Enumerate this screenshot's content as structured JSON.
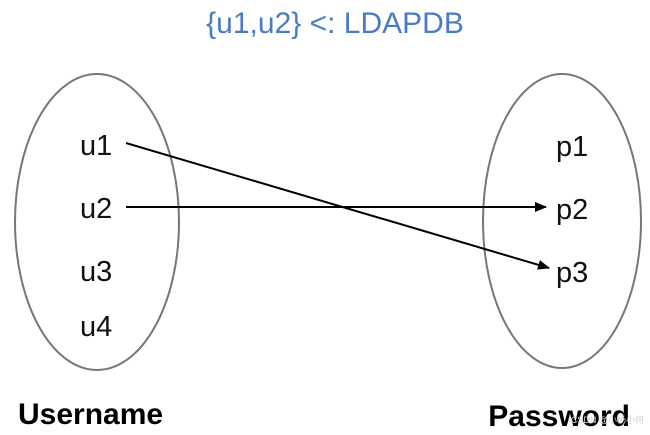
{
  "title": "{u1,u2} <: LDAPDB",
  "sets": {
    "username": {
      "label": "Username",
      "items": [
        "u1",
        "u2",
        "u3",
        "u4"
      ]
    },
    "password": {
      "label": "Password",
      "items": [
        "p1",
        "p2",
        "p3"
      ]
    }
  },
  "mappings": [
    {
      "from": "u1",
      "to": "p3"
    },
    {
      "from": "u2",
      "to": "p2"
    }
  ],
  "colors": {
    "title": "#4a7cc4",
    "ellipse_stroke": "#777777",
    "arrow": "#000000",
    "text": "#111111"
  },
  "watermark": "CSDN @小杨小何"
}
